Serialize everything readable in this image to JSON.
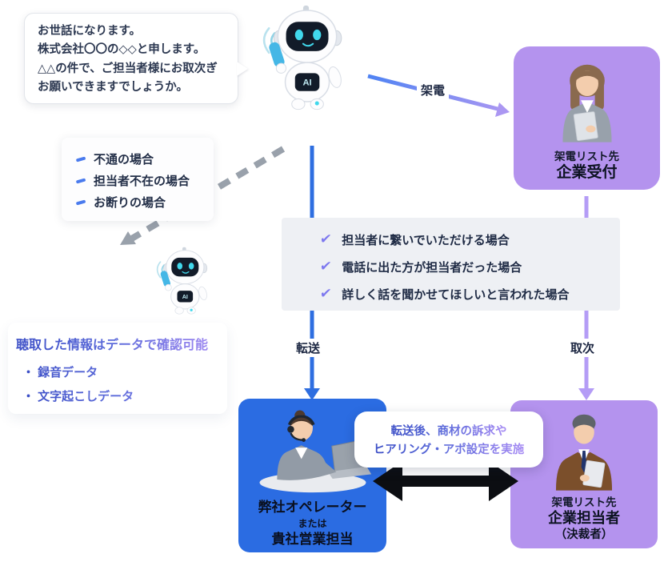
{
  "speech_bubble": {
    "lines": [
      "お世話になります。",
      "株式会社〇〇の◇◇と申します。",
      "△△の件で、ご担当者様にお取次ぎ",
      "お願いできますでしょうか。"
    ]
  },
  "robot": {
    "chest_label": "AI"
  },
  "arrow_labels": {
    "call": "架電",
    "transfer": "転送",
    "relay": "取次"
  },
  "ng_cases": {
    "items": [
      "不通の場合",
      "担当者不在の場合",
      "お断りの場合"
    ]
  },
  "ok_cases": {
    "items": [
      "担当者に繋いでいただける場合",
      "電話に出た方が担当者だった場合",
      "詳しく話を聞かせてほしいと言われた場合"
    ]
  },
  "data_card": {
    "title": "聴取した情報はデータで確認可能",
    "items": [
      "・ 録音データ",
      "・ 文字起こしデータ"
    ]
  },
  "reception_box": {
    "line1": "架電リスト先",
    "line2": "企業受付"
  },
  "operator_box": {
    "line1": "弊社オペレーター",
    "line2": "または",
    "line3": "貴社営業担当"
  },
  "manager_box": {
    "line1": "架電リスト先",
    "line2": "企業担当者",
    "line3": "（決裁者）"
  },
  "transfer_bubble": {
    "line1": "転送後、商材の訴求や",
    "line2": "ヒアリング・アポ設定を実施"
  },
  "icons": {
    "check": "✔"
  },
  "colors": {
    "purple_box": "#b493ee",
    "blue_box": "#2b6ce2",
    "gray_box": "#eef0f4",
    "blue_accent": "#2e6ee0",
    "purple_accent": "#b49cf6",
    "gradient_text_start": "#3b4ec6",
    "gradient_text_end": "#a78cf4",
    "black_arrow": "#0c0e12",
    "dashed_gray": "#99a1ab",
    "dark_text": "#1f2b45"
  }
}
